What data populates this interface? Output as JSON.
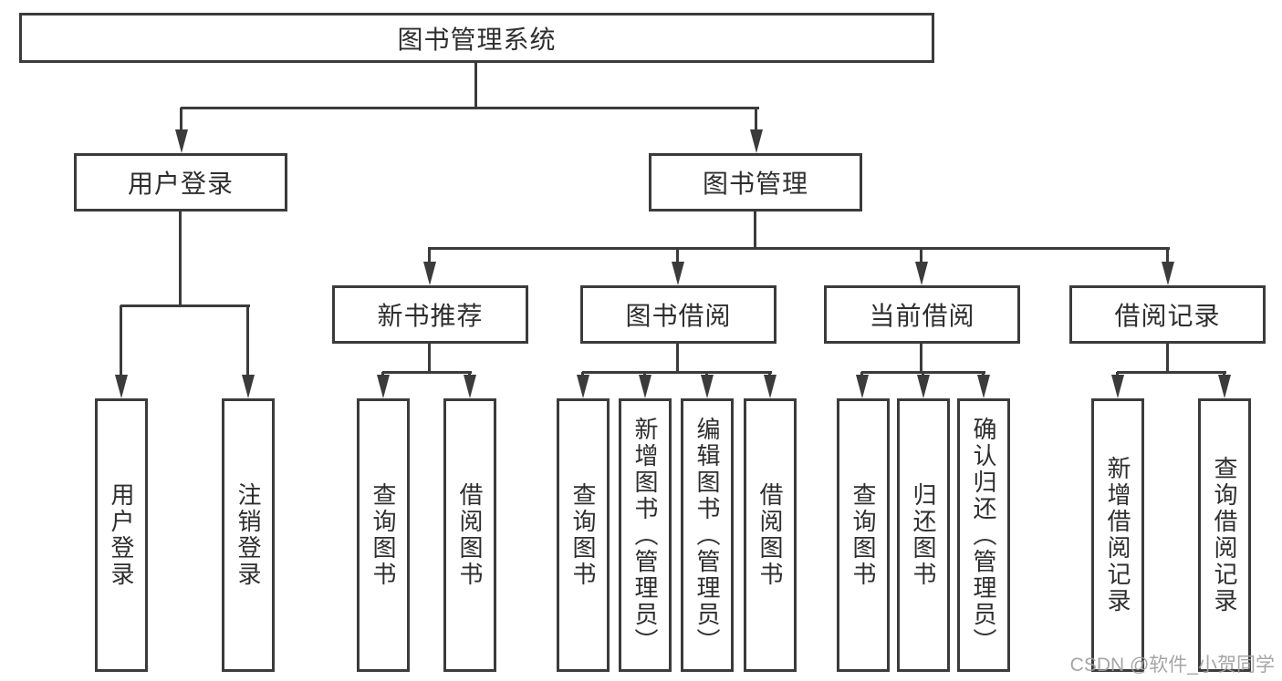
{
  "diagram": {
    "type": "hierarchy",
    "title": "图书管理系统",
    "colors": {
      "line": "#3b3b3b",
      "text": "#2e2e2e",
      "background": "#ffffff",
      "watermark": "#9e9e9e"
    },
    "root": {
      "label": "图书管理系统"
    },
    "l2": [
      {
        "label": "用户登录",
        "parent": "图书管理系统"
      },
      {
        "label": "图书管理",
        "parent": "图书管理系统"
      }
    ],
    "l3": [
      {
        "label": "新书推荐",
        "parent": "图书管理"
      },
      {
        "label": "图书借阅",
        "parent": "图书管理"
      },
      {
        "label": "当前借阅",
        "parent": "图书管理"
      },
      {
        "label": "借阅记录",
        "parent": "图书管理"
      }
    ],
    "l4": [
      {
        "label": "用户登录",
        "parent": "用户登录"
      },
      {
        "label": "注销登录",
        "parent": "用户登录"
      },
      {
        "label": "查询图书",
        "parent": "新书推荐"
      },
      {
        "label": "借阅图书",
        "parent": "新书推荐"
      },
      {
        "label": "查询图书",
        "parent": "图书借阅"
      },
      {
        "label": "新增图书（管理员）",
        "parent": "图书借阅"
      },
      {
        "label": "编辑图书（管理员）",
        "parent": "图书借阅"
      },
      {
        "label": "借阅图书",
        "parent": "图书借阅"
      },
      {
        "label": "查询图书",
        "parent": "当前借阅"
      },
      {
        "label": "归还图书",
        "parent": "当前借阅"
      },
      {
        "label": "确认归还（管理员）",
        "parent": "当前借阅"
      },
      {
        "label": "新增借阅记录",
        "parent": "借阅记录"
      },
      {
        "label": "查询借阅记录",
        "parent": "借阅记录"
      }
    ],
    "watermark": {
      "text": "CSDN @软件_小贺同学"
    }
  }
}
